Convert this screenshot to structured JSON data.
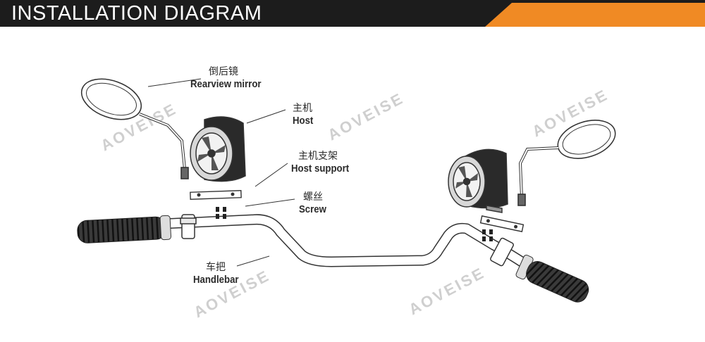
{
  "header": {
    "title": "INSTALLATION DIAGRAM",
    "colors": {
      "bar": "#1c1c1c",
      "accent": "#f08a24"
    }
  },
  "watermark": "AOVEISE",
  "labels": {
    "rearview_mirror": {
      "cn": "倒后镜",
      "en": "Rearview mirror"
    },
    "host": {
      "cn": "主机",
      "en": "Host"
    },
    "host_support": {
      "cn": "主机支架",
      "en": "Host support"
    },
    "screw": {
      "cn": "螺丝",
      "en": "Screw"
    },
    "handlebar": {
      "cn": "车把",
      "en": "Handlebar"
    }
  }
}
